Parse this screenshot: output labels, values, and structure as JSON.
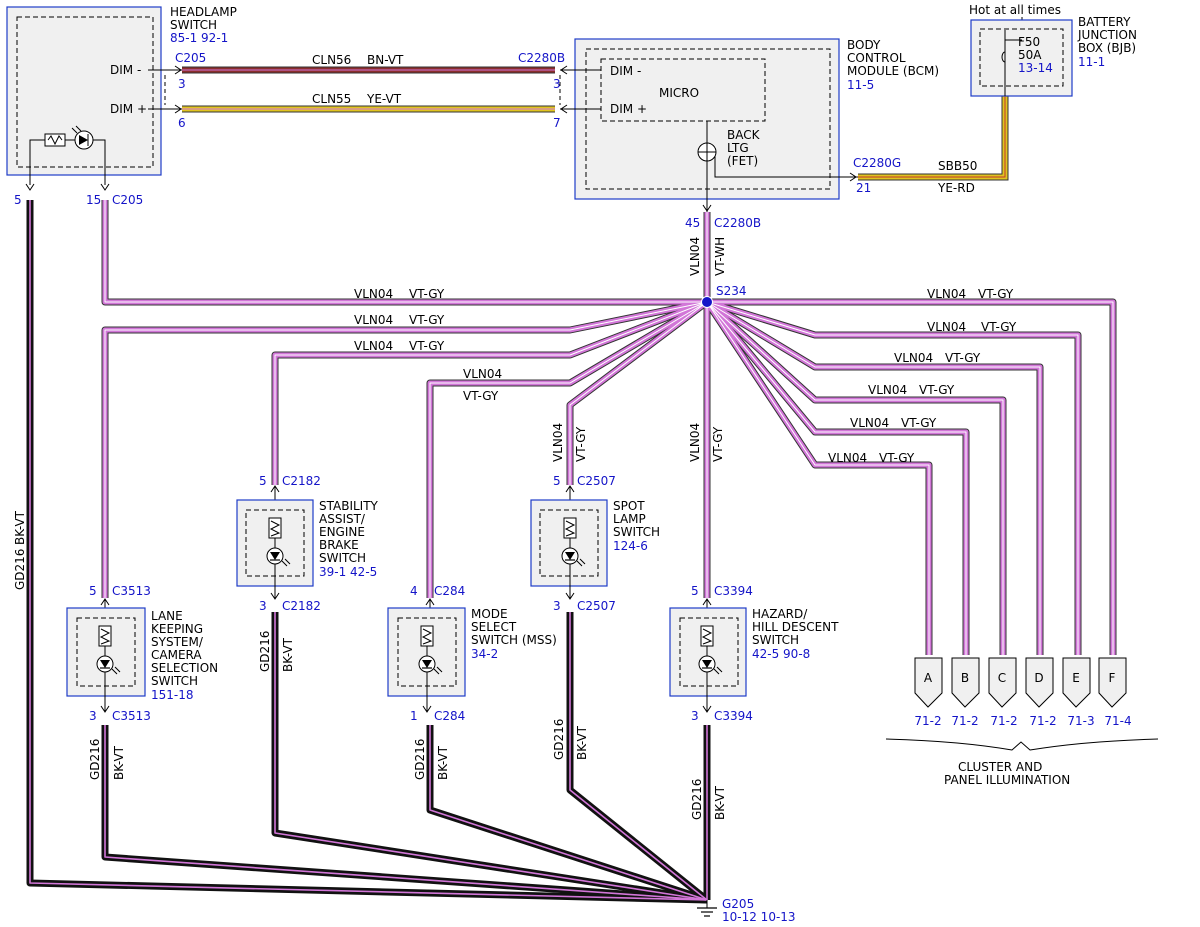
{
  "colors": {
    "reference_blue": "#1414c8",
    "violet_wire": "#d276d8",
    "brown_wire": "#8b2d2d",
    "yellow_wire": "#e0c420",
    "black_wire": "#111111",
    "component_fill": "#f0f0f0",
    "component_border": "#1e3cc8"
  },
  "headlamp_switch": {
    "name": [
      "HEADLAMP",
      "SWITCH"
    ],
    "refs": "85-1   92-1",
    "dim_minus": "DIM -",
    "dim_plus": "DIM +",
    "conn_top": "C205",
    "pin_top1": "3",
    "pin_top2": "6",
    "pin_bottom_left": "5",
    "pin_bottom_right": "15",
    "conn_bottom": "C205"
  },
  "bcm": {
    "name": [
      "BODY",
      "CONTROL",
      "MODULE (BCM)"
    ],
    "ref": "11-5",
    "micro": "MICRO",
    "dim_minus": "DIM -",
    "dim_plus": "DIM +",
    "fet": [
      "BACK",
      "LTG",
      "(FET)"
    ],
    "conn_left": "C2280B",
    "pin_left1": "3",
    "pin_left2": "7",
    "conn_right": "C2280G",
    "pin_right": "21",
    "conn_bottom": "C2280B",
    "pin_bottom": "45"
  },
  "bjb": {
    "hot": "Hot at all times",
    "name": [
      "BATTERY",
      "JUNCTION",
      "BOX (BJB)"
    ],
    "ref": "11-1",
    "fuse": "F50",
    "amps": "50A",
    "fuse_ref": "13-14"
  },
  "wires": {
    "cln56": "CLN56",
    "cln56_color": "BN-VT",
    "cln55": "CLN55",
    "cln55_color": "YE-VT",
    "sbb50": "SBB50",
    "sbb50_color": "YE-RD",
    "vln04": "VLN04",
    "vln04_bcm_color": "VT-WH",
    "vln04_color": "VT-GY",
    "gd216": "GD216",
    "gd216_color": "BK-VT"
  },
  "splice": "S234",
  "stability": {
    "name": [
      "STABILITY",
      "ASSIST/",
      "ENGINE",
      "BRAKE",
      "SWITCH"
    ],
    "refs": "39-1   42-5",
    "pin_top": "5",
    "conn_top": "C2182",
    "pin_bottom": "3",
    "conn_bottom": "C2182"
  },
  "spot_lamp": {
    "name": [
      "SPOT",
      "LAMP",
      "SWITCH"
    ],
    "ref": "124-6",
    "pin_top": "5",
    "conn_top": "C2507",
    "pin_bottom": "3",
    "conn_bottom": "C2507"
  },
  "lane_keeping": {
    "name": [
      "LANE",
      "KEEPING",
      "SYSTEM/",
      "CAMERA",
      "SELECTION",
      "SWITCH"
    ],
    "ref": "151-18",
    "pin_top": "5",
    "conn_top": "C3513",
    "pin_bottom": "3",
    "conn_bottom": "C3513"
  },
  "mode_select": {
    "name": [
      "MODE",
      "SELECT",
      "SWITCH (MSS)"
    ],
    "ref": "34-2",
    "pin_top": "4",
    "conn_top": "C284",
    "pin_bottom": "1",
    "conn_bottom": "C284"
  },
  "hazard": {
    "name": [
      "HAZARD/",
      "HILL DESCENT",
      "SWITCH"
    ],
    "refs": "42-5   90-8",
    "pin_top": "5",
    "conn_top": "C3394",
    "pin_bottom": "3",
    "conn_bottom": "C3394"
  },
  "cluster": {
    "letters": [
      "A",
      "B",
      "C",
      "D",
      "E",
      "F"
    ],
    "refs": [
      "71-2",
      "71-2",
      "71-2",
      "71-2",
      "71-3",
      "71-4"
    ],
    "label": [
      "CLUSTER AND",
      "PANEL ILLUMINATION"
    ]
  },
  "ground": {
    "name": "G205",
    "refs": "10-12  10-13"
  }
}
